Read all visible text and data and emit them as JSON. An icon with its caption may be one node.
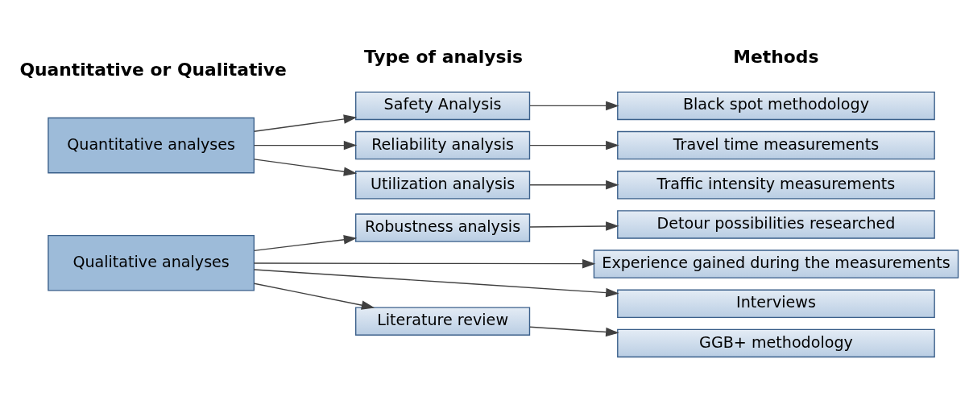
{
  "diagram": {
    "nodes": [
      {
        "text": [
          "Quantitative analyses"
        ]
      },
      {
        "text": [
          "Qualitative analyses"
        ]
      },
      {
        "text": [
          "Safety Analysis"
        ]
      },
      {
        "text": [
          "Reliability analysis"
        ]
      },
      {
        "text": [
          "Utilization analysis"
        ]
      },
      {
        "text": [
          "Robustness analysis"
        ]
      },
      {
        "text": [
          "Literature review"
        ]
      },
      {
        "text": [
          "Black spot methodology"
        ]
      },
      {
        "text": [
          "Travel time measurements"
        ]
      },
      {
        "text": [
          "Traffic intensity measurements"
        ]
      },
      {
        "text": [
          "Detour possibilities researched"
        ]
      },
      {
        "text": [
          "Experience gained during the measurements"
        ]
      },
      {
        "text": [
          "Interviews"
        ]
      },
      {
        "text": [
          "GGB+ methodology"
        ]
      }
    ],
    "edges": [
      {
        "from": 0,
        "to": 2,
        "arrow": "to"
      },
      {
        "from": 0,
        "to": 3,
        "arrow": "to"
      },
      {
        "from": 0,
        "to": 4,
        "arrow": "to"
      },
      {
        "from": 1,
        "to": 5,
        "arrow": "to"
      },
      {
        "from": 1,
        "to": 11,
        "arrow": "to"
      },
      {
        "from": 1,
        "to": 12,
        "arrow": "to"
      },
      {
        "from": 1,
        "to": 6,
        "arrow": "to"
      },
      {
        "from": 2,
        "to": 7,
        "arrow": "to"
      },
      {
        "from": 3,
        "to": 8,
        "arrow": "to"
      },
      {
        "from": 4,
        "to": 9,
        "arrow": "to"
      },
      {
        "from": 5,
        "to": 10,
        "arrow": "to"
      },
      {
        "from": 6,
        "to": 13,
        "arrow": "to"
      }
    ],
    "labels": [
      "Quantitative or Qualitative",
      "Type of analysis",
      "Methods"
    ]
  }
}
